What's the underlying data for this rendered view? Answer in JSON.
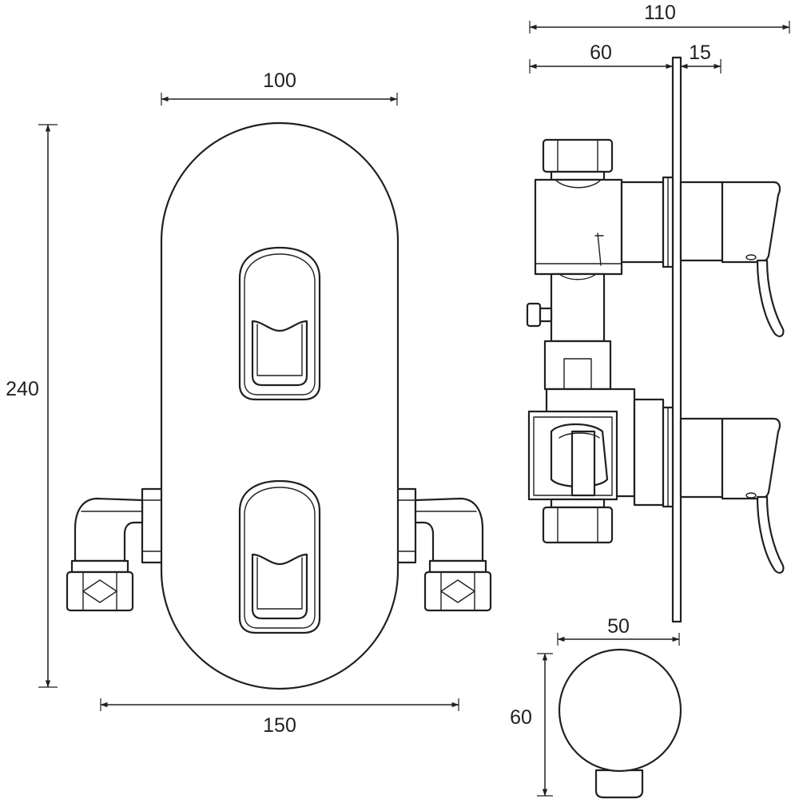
{
  "dimensions": {
    "front_plate_width": "100",
    "front_plate_height": "240",
    "front_overall_width": "150",
    "side_overall_depth": "110",
    "side_body_depth": "60",
    "side_plate_projection": "15",
    "outlet_width": "50",
    "outlet_height": "60"
  },
  "colors": {
    "line": "#231f20",
    "background": "#ffffff"
  }
}
